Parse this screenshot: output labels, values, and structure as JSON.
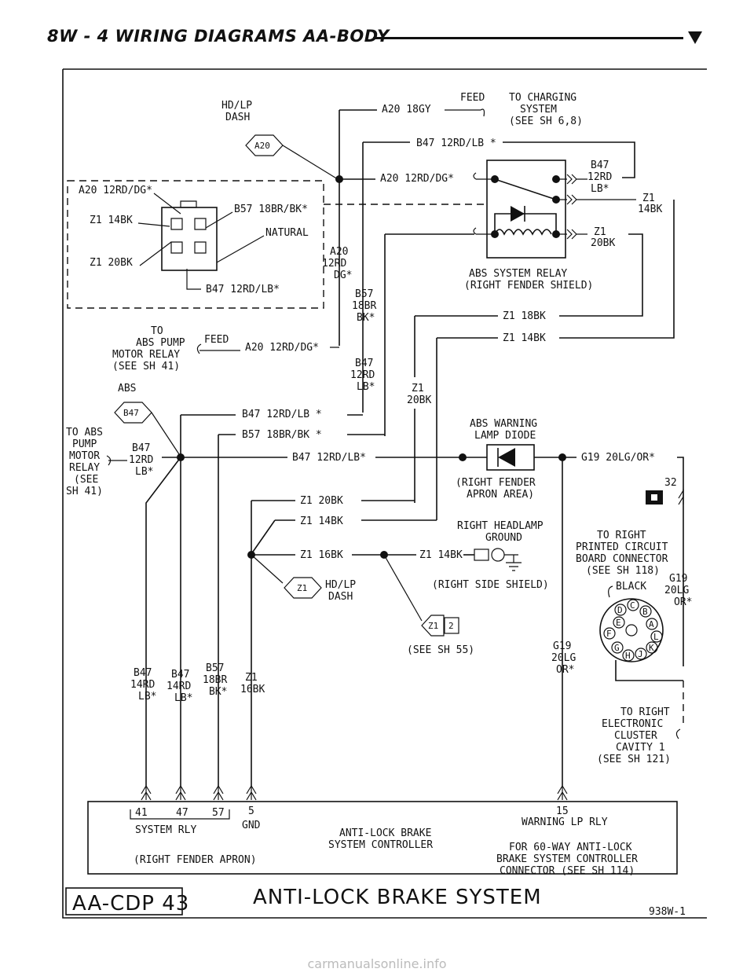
{
  "header": {
    "title": "8W - 4   WIRING DIAGRAMS AA-BODY"
  },
  "title_block": {
    "code": "AA-CDP 43",
    "system": "ANTI-LOCK BRAKE SYSTEM",
    "figure": "938W-1"
  },
  "watermark": "carmanualsonline.info",
  "components": {
    "abs_relay": {
      "line1": "ABS SYSTEM RELAY",
      "line2": "(RIGHT FENDER SHIELD)"
    },
    "lamp_diode": {
      "line1": "ABS WARNING",
      "line2": "LAMP DIODE",
      "loc1": "(RIGHT FENDER",
      "loc2": "APRON AREA)"
    },
    "ground": {
      "line1": "RIGHT HEADLAMP",
      "line2": "GROUND",
      "loc": "(RIGHT SIDE SHIELD)"
    },
    "connector_note": "(SEE SH 55)",
    "controller": {
      "line1": "ANTI-LOCK BRAKE",
      "line2": "SYSTEM CONTROLLER",
      "pins": [
        "41",
        "47",
        "57",
        "5",
        "15"
      ],
      "gnd": "GND",
      "system_rly": "SYSTEM RLY",
      "location": "(RIGHT FENDER APRON)",
      "warning": "WARNING LP RLY",
      "note1": "FOR 60-WAY ANTI-LOCK",
      "note2": "BRAKE SYSTEM CONTROLLER",
      "note3": "CONNECTOR (SEE SH 114)"
    },
    "cluster": {
      "pin": "32",
      "to1": "TO RIGHT",
      "to2": "PRINTED CIRCUIT",
      "to3": "BOARD CONNECTOR",
      "to4": "(SEE SH 118)",
      "black": "BLACK",
      "e1": "TO RIGHT",
      "e2": "ELECTRONIC",
      "e3": "CLUSTER",
      "e4": "CAVITY 1",
      "e5": "(SEE SH 121)",
      "letters": [
        "D",
        "C",
        "B",
        "E",
        "A",
        "F",
        "L",
        "G",
        "H",
        "J",
        "K"
      ]
    },
    "charging": {
      "feed": "FEED",
      "t1": "TO CHARGING",
      "t2": "SYSTEM",
      "t3": "(SEE SH 6,8)"
    },
    "pump": {
      "t1": "TO",
      "t2": "ABS PUMP",
      "t3": "MOTOR RELAY",
      "t4": "(SEE SH 41)",
      "feed": "FEED"
    },
    "pump_left": {
      "t1": "TO ABS",
      "t2": "PUMP",
      "t3": "MOTOR",
      "t4": "RELAY",
      "t5": "(SEE",
      "t6": "SH 41)"
    },
    "connector_box": {
      "a20": "A20 12RD/DG*",
      "z14": "Z1 14BK",
      "z20": "Z1 20BK",
      "b57": "B57 18BR/BK*",
      "natural": "NATURAL",
      "b47": "B47 12RD/LB*"
    },
    "splices": {
      "hdlp1": "HD/LP",
      "hdlp2": "DASH",
      "abs": "ABS"
    },
    "badges": {
      "a20": "A20",
      "b47": "B47",
      "z1": "Z1",
      "z1b": "Z1",
      "z1b2": "2"
    }
  },
  "wires": {
    "a20_18gy": "A20 18GY",
    "b47_top": "B47 12RD/LB *",
    "a20_relay": "A20 12RD/DG*",
    "relay_b47": [
      "B47",
      "12RD",
      "LB*"
    ],
    "relay_z1": [
      "Z1",
      "14BK"
    ],
    "relay_z20": [
      "Z1",
      "20BK"
    ],
    "a20_vert": [
      "A20",
      "12RD",
      "DG*"
    ],
    "b57_vert": [
      "B57",
      "18BR",
      "BK*"
    ],
    "z18": "Z1 18BK",
    "z14": "Z1 14BK",
    "pump_wire": "A20 12RD/DG*",
    "b47_vert2": [
      "B47",
      "12RD",
      "LB*"
    ],
    "z1_20bk": [
      "Z1",
      "20BK"
    ],
    "b47_mid": "B47 12RD/LB *",
    "b57_mid": "B57 18BR/BK *",
    "b47_main": "B47 12RD/LB*",
    "relay_left": [
      "B47",
      "12RD",
      "LB*"
    ],
    "g19": "G19 20LG/OR*",
    "z20bk": "Z1 20BK",
    "z14bk": "Z1 14BK",
    "z16bk": "Z1 16BK",
    "z14gnd": "Z1 14BK",
    "g19_right": [
      "G19",
      "20LG",
      "OR*"
    ],
    "g19_bottom": [
      "G19",
      "20LG",
      "OR*"
    ],
    "b47_14rd_a": [
      "B47",
      "14RD",
      "LB*"
    ],
    "b47_14rd_b": [
      "B47",
      "14RD",
      "LB*"
    ],
    "b57_18br": [
      "B57",
      "18BR",
      "BK*"
    ],
    "z1_16bk": [
      "Z1",
      "16BK"
    ]
  }
}
